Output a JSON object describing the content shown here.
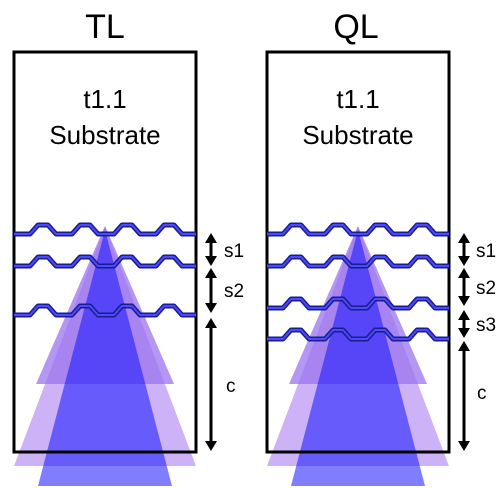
{
  "colors": {
    "background": "#ffffff",
    "outline": "#000000",
    "interface_outer": "#1c1c8c",
    "interface_inner": "#4a4aff",
    "beam_outer": "#c8aaf6",
    "beam_mid": "#9a74ee",
    "beam_core": "#1414ff"
  },
  "panels": [
    {
      "title": "TL",
      "substrate_line1": "t1.1",
      "substrate_line2": "Substrate",
      "layers": [
        {
          "label": "s1"
        },
        {
          "label": "s2"
        },
        {
          "label": "c"
        }
      ]
    },
    {
      "title": "QL",
      "substrate_line1": "t1.1",
      "substrate_line2": "Substrate",
      "layers": [
        {
          "label": "s1"
        },
        {
          "label": "s2"
        },
        {
          "label": "s3"
        },
        {
          "label": "c"
        }
      ]
    }
  ]
}
